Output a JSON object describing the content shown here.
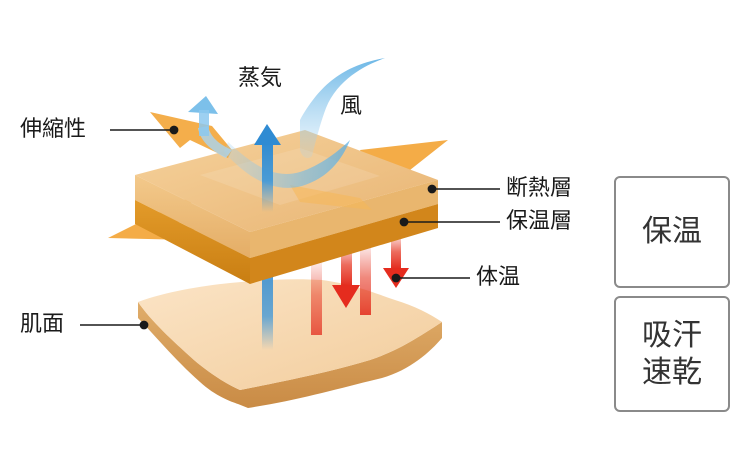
{
  "labels": {
    "steam": "蒸気",
    "wind": "風",
    "stretch": "伸縮性",
    "insulation_layer": "断熱層",
    "warming_layer": "保温層",
    "body_heat": "体温",
    "skin": "肌面"
  },
  "badges": {
    "warmth": "保温",
    "moisture_line1": "吸汗",
    "moisture_line2": "速乾"
  },
  "colors": {
    "wind_blue": "#6cb7e6",
    "steam_blue": "#3d96d8",
    "stretch_orange": "#f3a537",
    "layer_top": "#efc180",
    "layer_band": "#d98e1c",
    "skin_top": "#f6d7b0",
    "skin_edge": "#d59c56",
    "heat_red": "#e52c1e"
  },
  "icons": {
    "steam_arrow": "arrow-up-icon",
    "heat_arrow": "arrow-down-icon",
    "stretch_arrow": "arrow-icon",
    "wind_stream": "wind-icon"
  }
}
